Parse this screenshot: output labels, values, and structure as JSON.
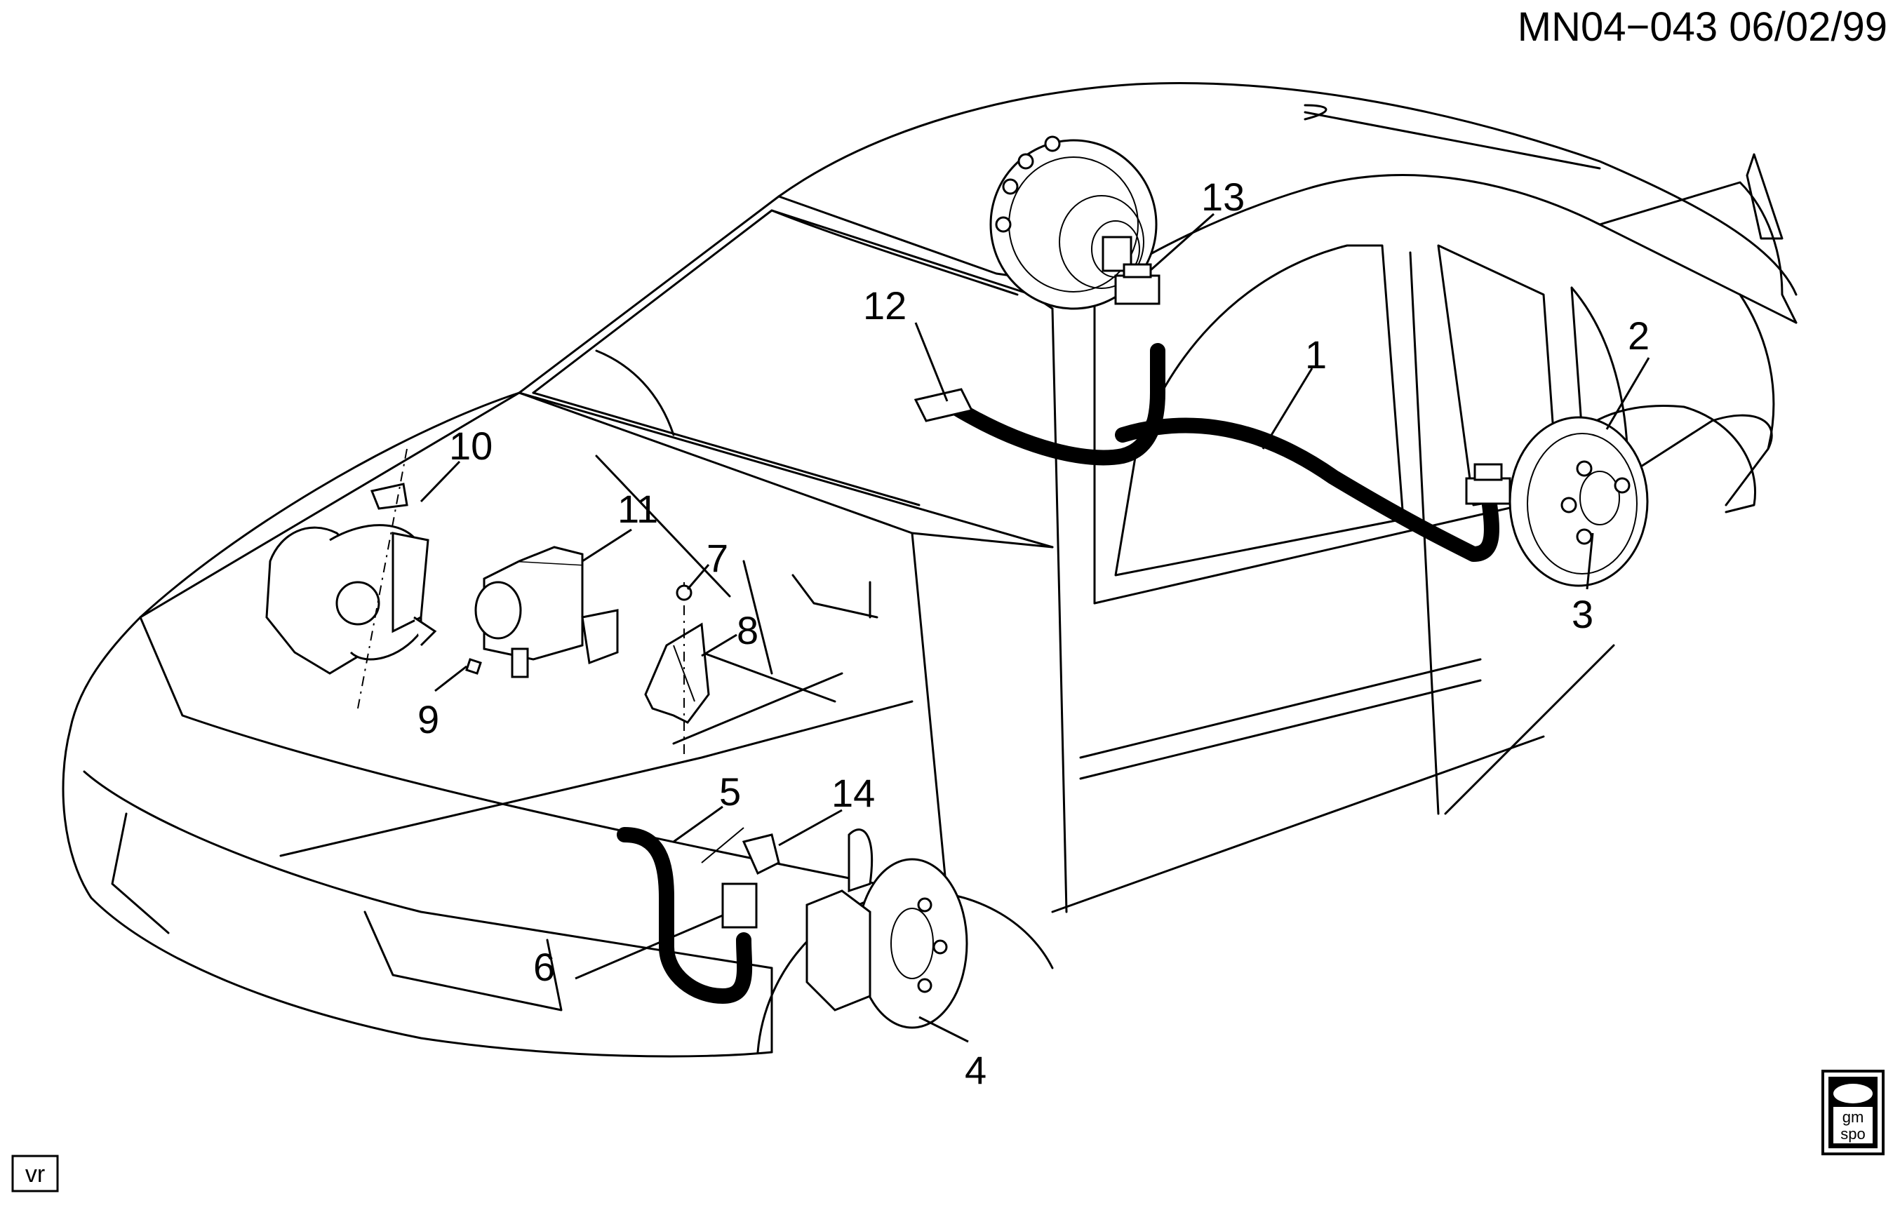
{
  "header": {
    "drawing_code": "MN04−043  06/02/99"
  },
  "callouts": [
    "1",
    "2",
    "3",
    "4",
    "5",
    "6",
    "7",
    "8",
    "9",
    "10",
    "11",
    "12",
    "13",
    "14"
  ],
  "footer": {
    "left_tag": "vr",
    "logo_line1": "gm",
    "logo_line2": "spo"
  }
}
